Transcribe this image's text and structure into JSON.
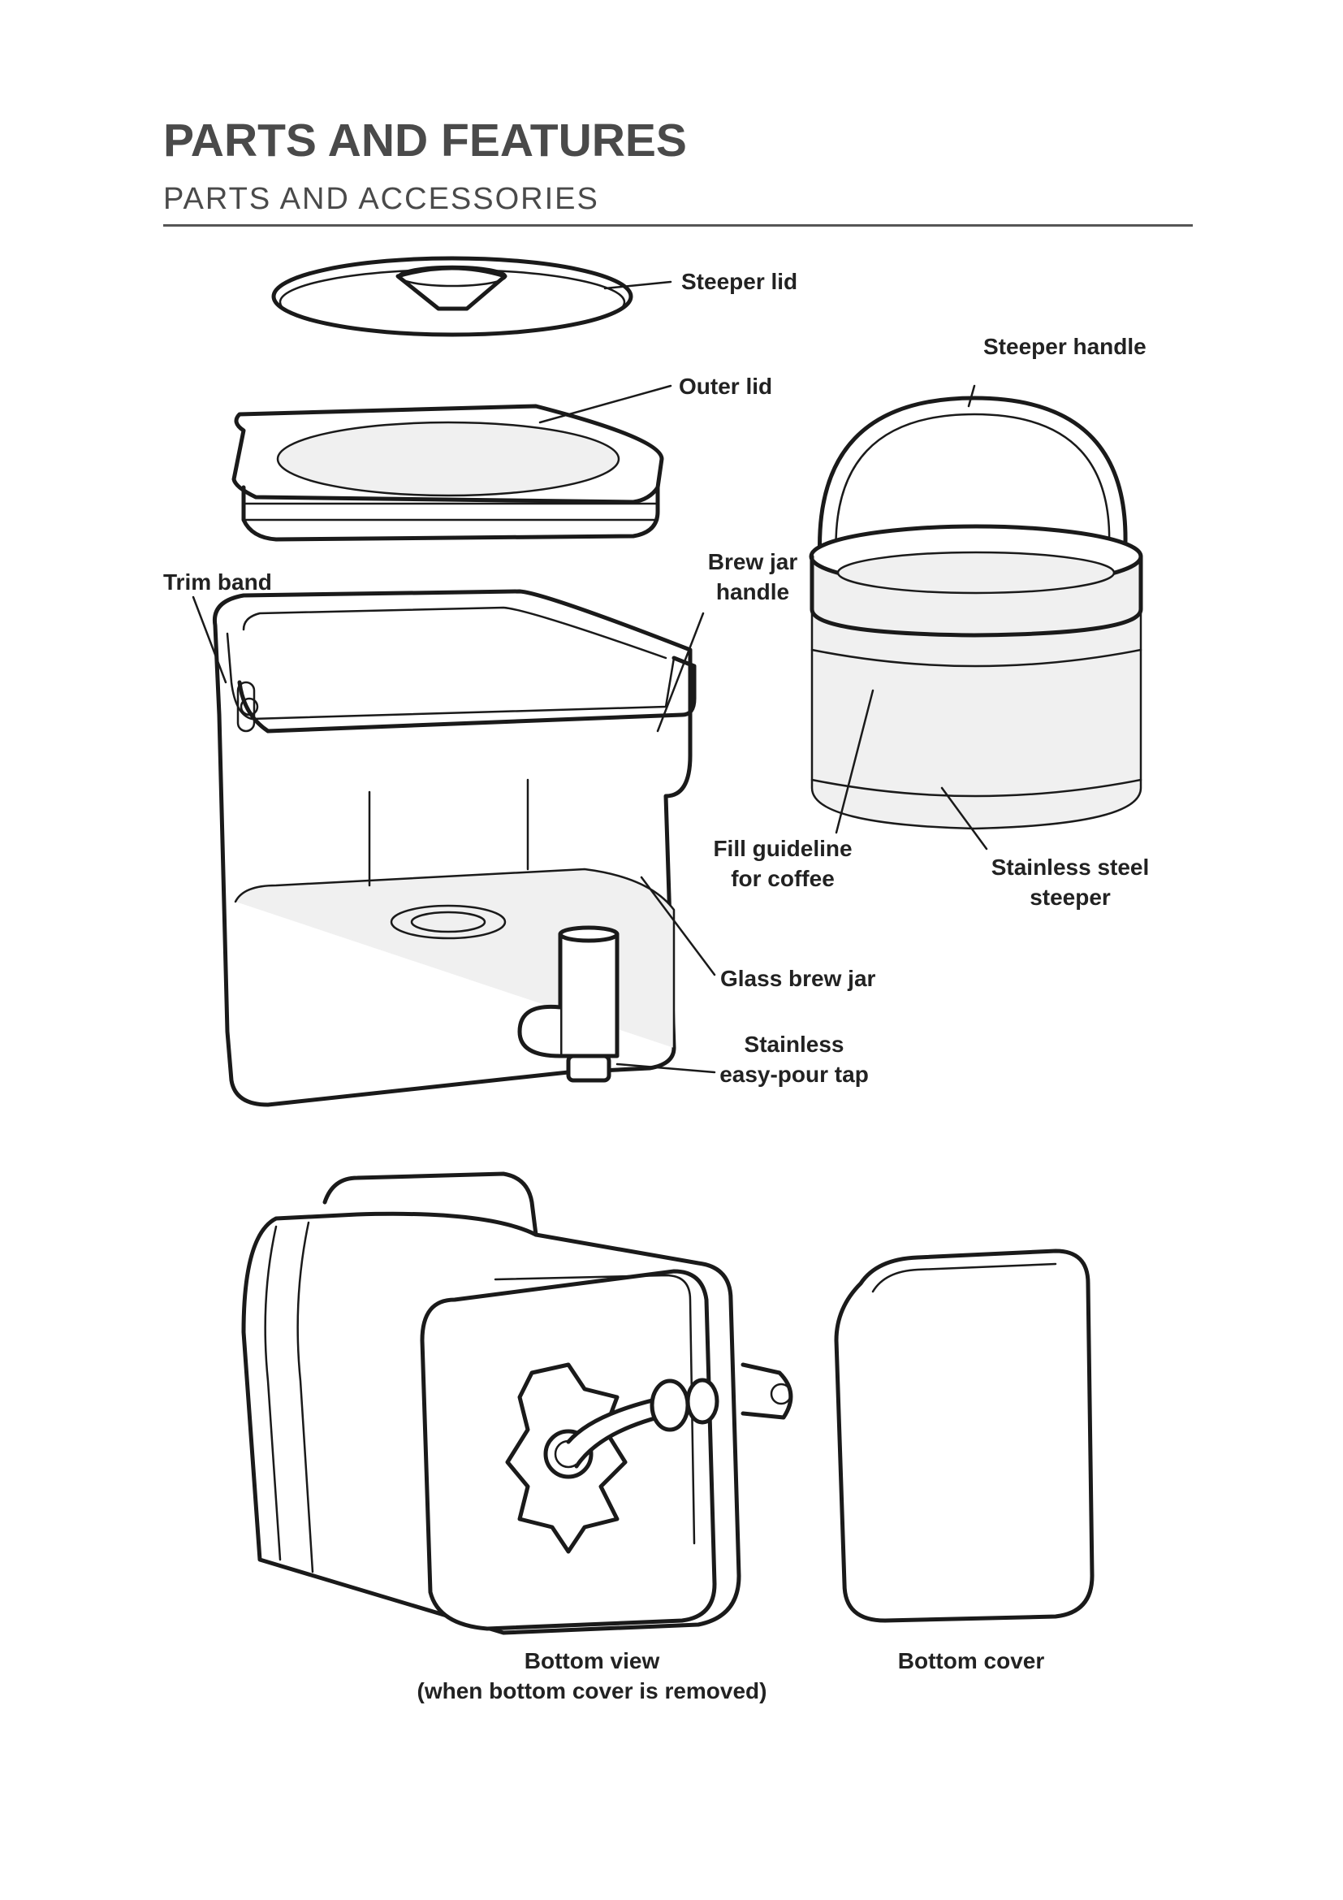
{
  "header": {
    "title": "PARTS AND FEATURES",
    "subtitle": "PARTS AND ACCESSORIES"
  },
  "labels": {
    "steeper_lid": "Steeper lid",
    "steeper_handle": "Steeper handle",
    "outer_lid": "Outer lid",
    "trim_band": "Trim band",
    "brew_jar_handle": [
      "Brew jar",
      "handle"
    ],
    "fill_guideline": [
      "Fill guideline",
      "for coffee"
    ],
    "stainless_steeper": [
      "Stainless steel",
      "steeper"
    ],
    "glass_brew_jar": "Glass brew jar",
    "tap": [
      "Stainless",
      "easy-pour tap"
    ],
    "bottom_view": [
      "Bottom view",
      "(when bottom cover is removed)"
    ],
    "bottom_cover": "Bottom cover"
  }
}
